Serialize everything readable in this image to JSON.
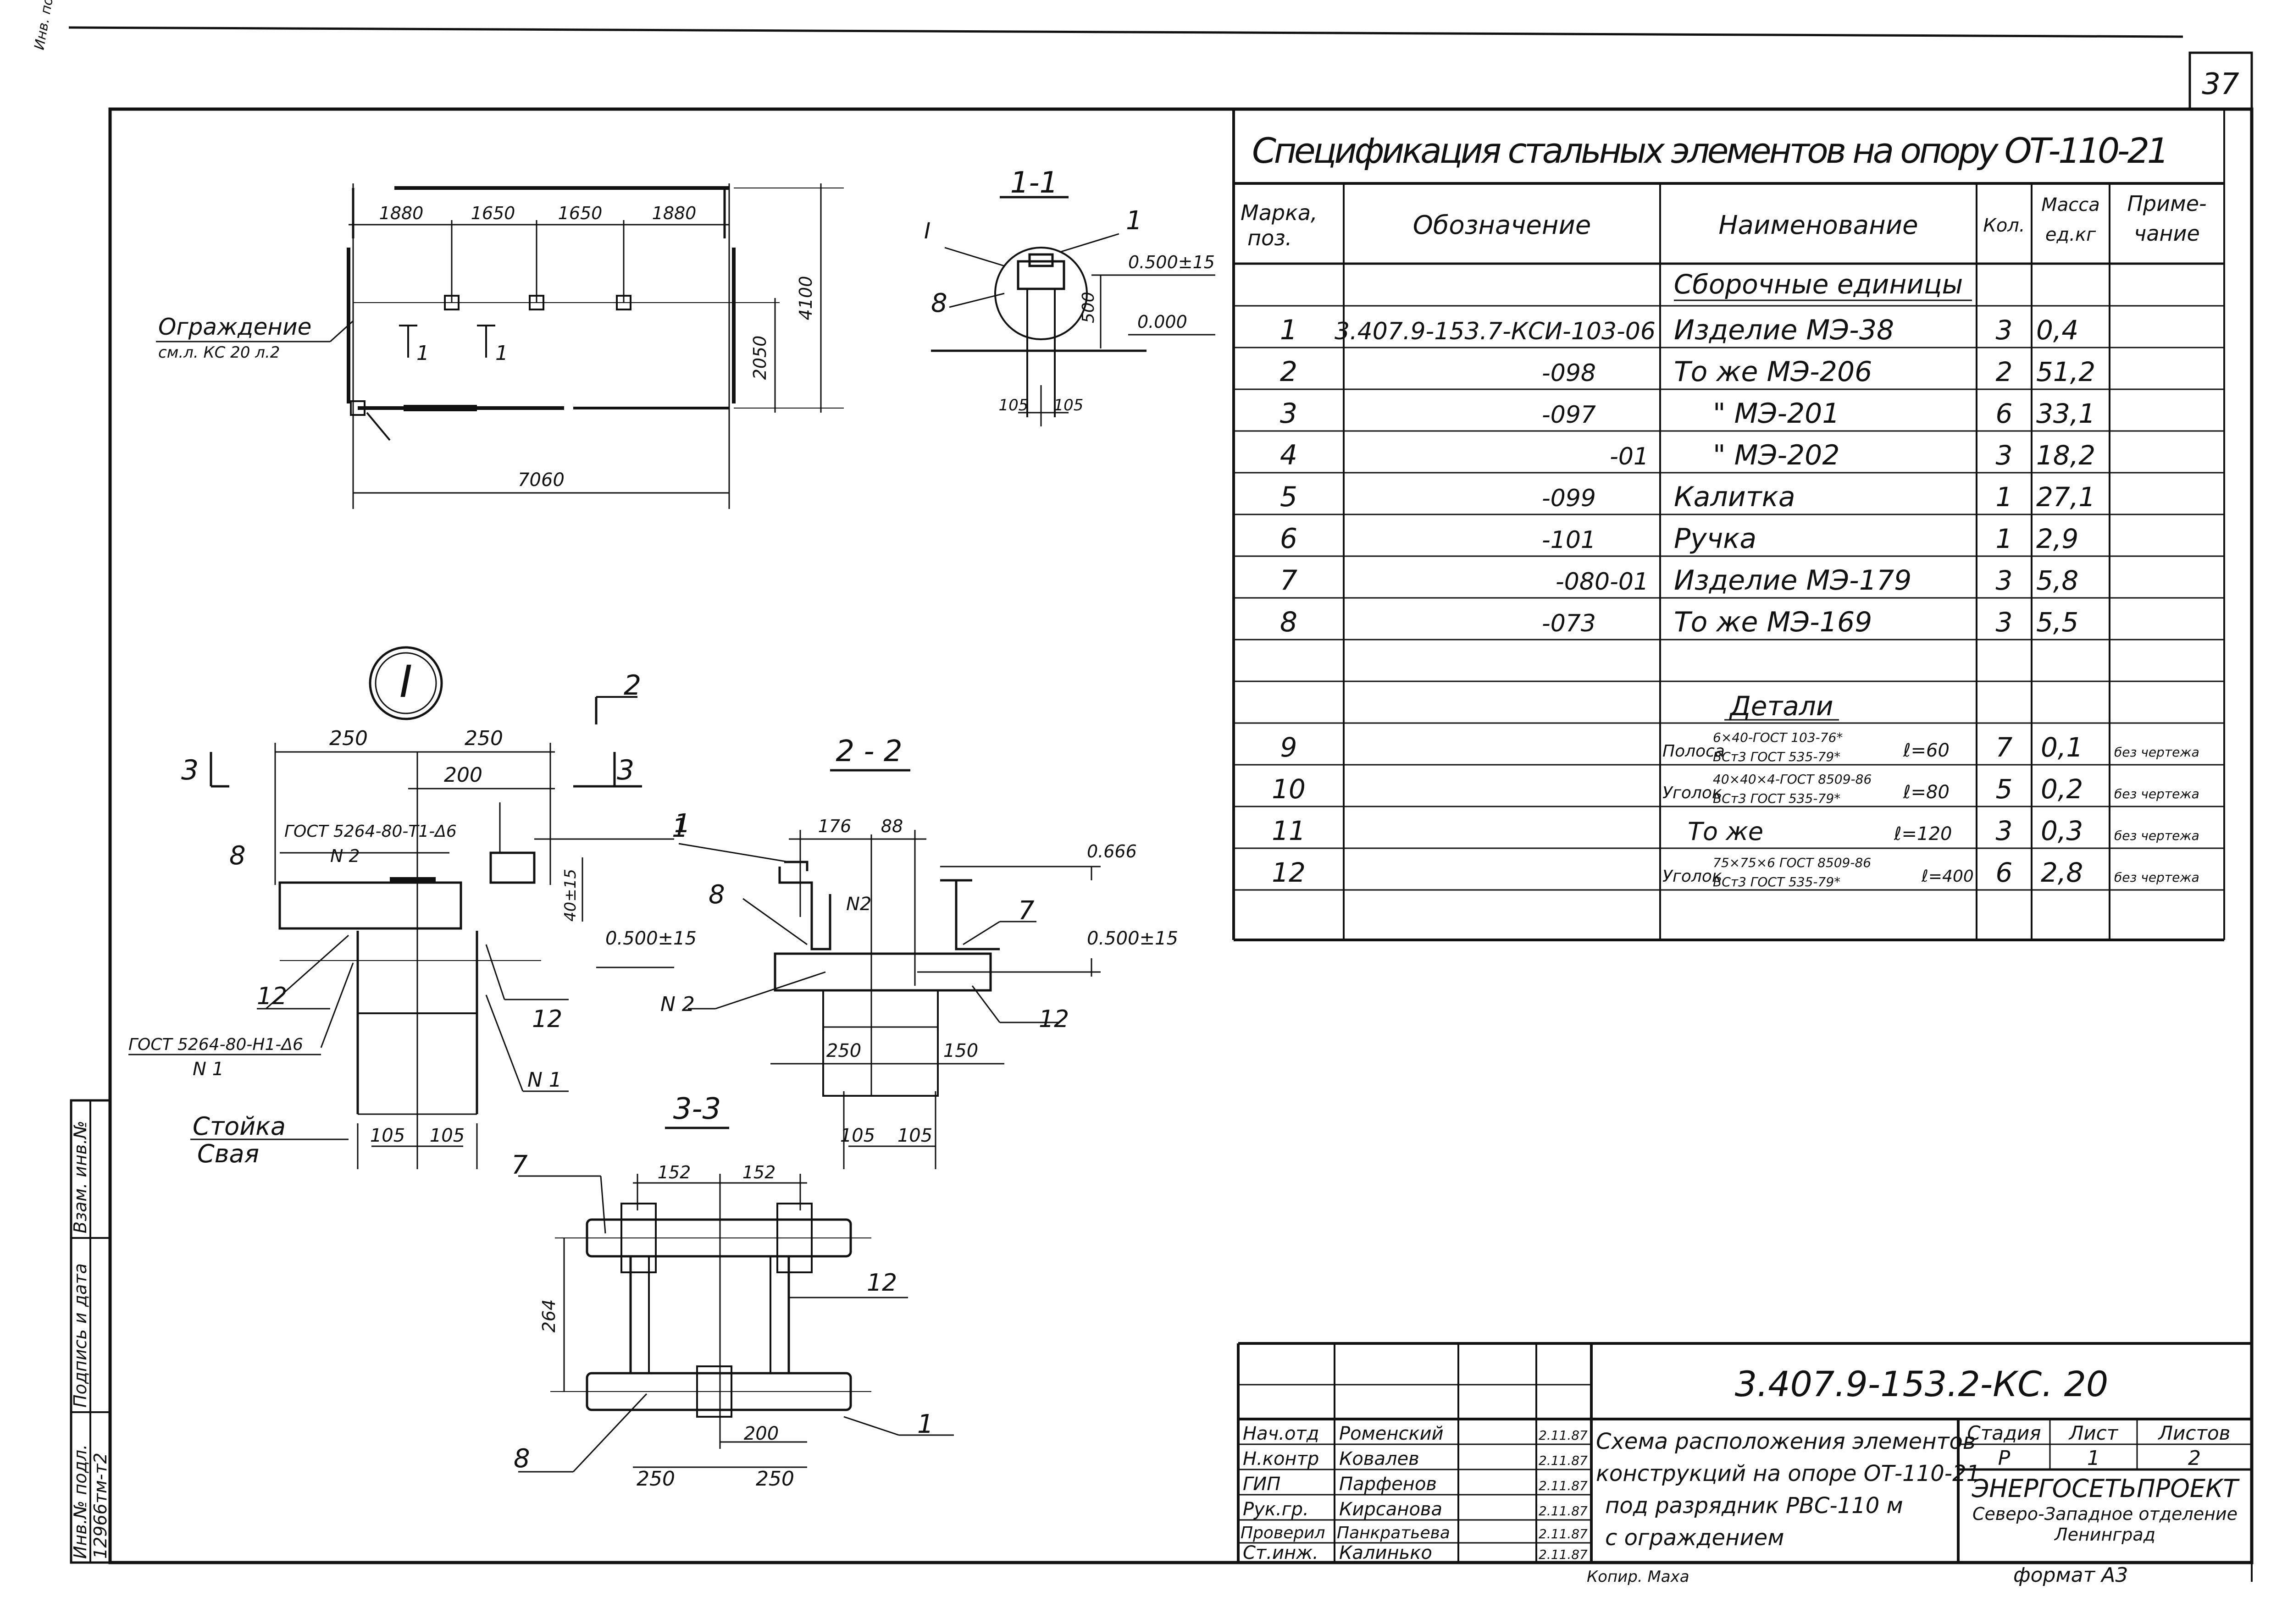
{
  "sheet": {
    "page_number": "37",
    "code": "3.407.9-153.2-КС. 20",
    "copied_by": "Копир. Маха",
    "format": "формат А3"
  },
  "top_margin_note": "Инв. подл. № подп.",
  "spec_table": {
    "title": "Спецификация стальных элементов на опору ОТ-110-21",
    "headers": {
      "mark": "Марка, поз.",
      "mark_line1": "Марка,",
      "mark_line2": "поз.",
      "designation": "Обозначение",
      "name": "Наименование",
      "qty": "Кол.",
      "mass_line1": "Масса",
      "mass_line2": "ед.кг",
      "note_line1": "Приме-",
      "note_line2": "чание"
    },
    "section_assemblies": "Сборочные единицы",
    "section_details": "Детали",
    "rows": [
      {
        "pos": "1",
        "designation": "3.407.9-153.7-КСИ-103-06",
        "name": "Изделие   МЭ-38",
        "qty": "3",
        "mass": "0,4",
        "note": ""
      },
      {
        "pos": "2",
        "designation": "-098",
        "name": "То же      МЭ-206",
        "qty": "2",
        "mass": "51,2",
        "note": ""
      },
      {
        "pos": "3",
        "designation": "-097",
        "name": "\"         МЭ-201",
        "qty": "6",
        "mass": "33,1",
        "note": ""
      },
      {
        "pos": "4",
        "designation": "-01",
        "name": "\"         МЭ-202",
        "qty": "3",
        "mass": "18,2",
        "note": ""
      },
      {
        "pos": "5",
        "designation": "-099",
        "name": "Калитка",
        "qty": "1",
        "mass": "27,1",
        "note": ""
      },
      {
        "pos": "6",
        "designation": "-101",
        "name": "Ручка",
        "qty": "1",
        "mass": "2,9",
        "note": ""
      },
      {
        "pos": "7",
        "designation": "-080-01",
        "name": "Изделие  МЭ-179",
        "qty": "3",
        "mass": "5,8",
        "note": ""
      },
      {
        "pos": "8",
        "designation": "-073",
        "name": "То же    МЭ-169",
        "qty": "3",
        "mass": "5,5",
        "note": ""
      }
    ],
    "detail_rows": [
      {
        "pos": "9",
        "name_prefix": "Полоса",
        "name_top": "6×40-ГОСТ 103-76*",
        "name_bottom": "ВСт3 ГОСТ 535-79*",
        "length": "ℓ=60",
        "qty": "7",
        "mass": "0,1",
        "note": "без чертежа"
      },
      {
        "pos": "10",
        "name_prefix": "Уголок",
        "name_top": "40×40×4-ГОСТ 8509-86",
        "name_bottom": "ВСт3 ГОСТ 535-79*",
        "length": "ℓ=80",
        "qty": "5",
        "mass": "0,2",
        "note": "без чертежа"
      },
      {
        "pos": "11",
        "name_prefix": "То же",
        "name_top": "",
        "name_bottom": "",
        "length": "ℓ=120",
        "qty": "3",
        "mass": "0,3",
        "note": "без чертежа"
      },
      {
        "pos": "12",
        "name_prefix": "Уголок",
        "name_top": "75×75×6 ГОСТ 8509-86",
        "name_bottom": "ВСт3 ГОСТ 535-79*",
        "length": "ℓ=400",
        "qty": "6",
        "mass": "2,8",
        "note": "без чертежа"
      }
    ]
  },
  "title_block": {
    "signatures": [
      {
        "role": "Нач.отд",
        "name": "Роменский",
        "date": "2.11.87"
      },
      {
        "role": "Н.контр",
        "name": "Ковалев",
        "date": "2.11.87"
      },
      {
        "role": "ГИП",
        "name": "Парфенов",
        "date": "2.11.87"
      },
      {
        "role": "Рук.гр.",
        "name": "Кирсанова",
        "date": "2.11.87"
      },
      {
        "role": "Проверил",
        "name": "Панкратьева",
        "date": "2.11.87"
      },
      {
        "role": "Ст.инж.",
        "name": "Калинько",
        "date": "2.11.87"
      }
    ],
    "description_lines": [
      "Схема расположения элементов",
      "конструкций на опоре ОТ-110-21",
      "под разрядник РВС-110 м",
      "с ограждением"
    ],
    "stage_label": "Стадия",
    "sheet_label": "Лист",
    "sheets_label": "Листов",
    "stage": "Р",
    "sheet": "1",
    "sheets": "2",
    "org_line1": "ЭНЕРГОСЕТЬПРОЕКТ",
    "org_line2": "Северо-Западное отделение",
    "org_line3": "Ленинград"
  },
  "left_stamp": {
    "field1": "Инв.№ подл.",
    "field2": "Подпись и дата",
    "field3": "Взам. инв.№",
    "inventory": "12966тм-т2"
  },
  "plan_view": {
    "fence_label": "Ограждение",
    "fence_ref": "см.л. КС 20 л.2",
    "dims_top": [
      "1880",
      "1650",
      "1650",
      "1880"
    ],
    "dim_overall": "7060",
    "dim_height_inner": "2050",
    "dim_height_outer": "4100",
    "section_mark": "1"
  },
  "section_1_1": {
    "title": "1-1",
    "callout_I": "I",
    "pos_1": "1",
    "pos_8": "8",
    "level_top": "0.500±15",
    "level_ground": "0.000",
    "dim_500": "500",
    "dim_left": "105",
    "dim_right": "105"
  },
  "node_I": {
    "label": "I",
    "dims_top": [
      "250",
      "250"
    ],
    "dim_200": "200",
    "weld_ref": "ГОСТ 5264-80-Т1-Δ6",
    "weld_n2": "N 2",
    "pos_8": "8",
    "pos_1": "1",
    "pos_12_left": "12",
    "pos_12_right": "12",
    "dim_40": "40±15",
    "level": "0.500±15",
    "weld_ref2": "ГОСТ 5264-80-Н1-Δ6",
    "weld_n1_left": "N 1",
    "weld_n1_right": "N 1",
    "post_label": "Стойка",
    "pile_label": "Свая",
    "dims_bottom": [
      "105",
      "105"
    ],
    "sec_3": "3",
    "sec_2": "2"
  },
  "section_2_2": {
    "title": "2 - 2",
    "dims_top": [
      "176",
      "88"
    ],
    "pos_1": "1",
    "pos_8": "8",
    "pos_7": "7",
    "weld_n2": "N2",
    "weld_n2b": "N 2",
    "pos_12": "12",
    "level_top": "0.666",
    "level": "0.500±15",
    "dim_250": "250",
    "dim_150": "150",
    "dims_bottom": [
      "105",
      "105"
    ]
  },
  "section_3_3": {
    "title": "3-3",
    "dims_top": [
      "152",
      "152"
    ],
    "pos_7": "7",
    "pos_12": "12",
    "pos_8": "8",
    "pos_1": "1",
    "dim_264": "264",
    "dim_200": "200",
    "dims_bottom": [
      "250",
      "250"
    ]
  }
}
